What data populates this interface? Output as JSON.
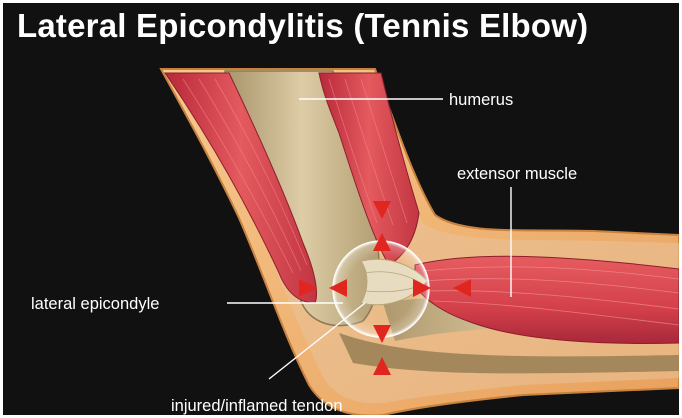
{
  "title": "Lateral Epicondylitis (Tennis Elbow)",
  "labels": {
    "humerus": "humerus",
    "extensor_muscle": "extensor muscle",
    "lateral_epicondyle": "lateral epicondyle",
    "injured_tendon": "injured/inflamed tendon"
  },
  "colors": {
    "background": "#111111",
    "skin": "#f0b87c",
    "muscle": "#d8454a",
    "bone": "#c9b58f",
    "arrow": "#e0261e",
    "text": "#ffffff"
  }
}
